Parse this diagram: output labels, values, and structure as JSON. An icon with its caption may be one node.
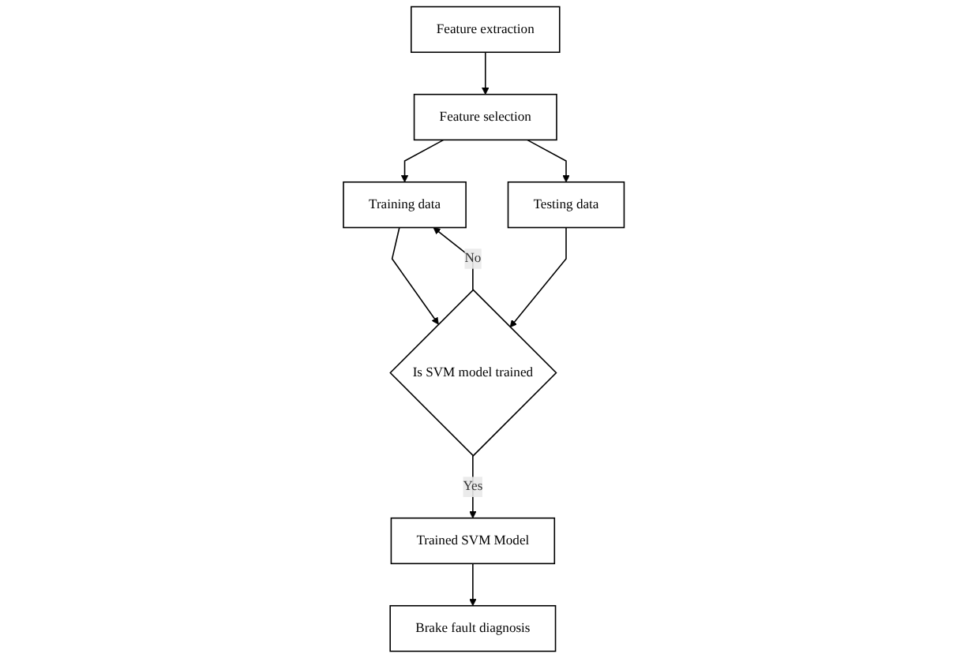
{
  "diagram": {
    "nodes": [
      {
        "text": [
          "Feature extraction"
        ]
      },
      {
        "text": [
          "Feature selection"
        ]
      },
      {
        "text": [
          "Training data"
        ]
      },
      {
        "text": [
          "Testing data"
        ]
      },
      {
        "text": [
          "Is SVM model trained"
        ]
      },
      {
        "text": [
          "Trained SVM Model"
        ]
      },
      {
        "text": [
          "Brake fault diagnosis"
        ]
      }
    ],
    "edges": [
      {
        "from": 0,
        "to": 1,
        "arrow": "to"
      },
      {
        "from": 1,
        "to": 2,
        "arrow": "to"
      },
      {
        "from": 1,
        "to": 3,
        "arrow": "to"
      },
      {
        "from": 2,
        "to": 4,
        "arrow": "to"
      },
      {
        "from": 3,
        "to": 4,
        "arrow": "to"
      },
      {
        "from": 4,
        "to": 2,
        "label": "No",
        "arrow": "to"
      },
      {
        "from": 4,
        "to": 5,
        "label": "Yes",
        "arrow": "to"
      },
      {
        "from": 5,
        "to": 6,
        "arrow": "to"
      }
    ]
  }
}
